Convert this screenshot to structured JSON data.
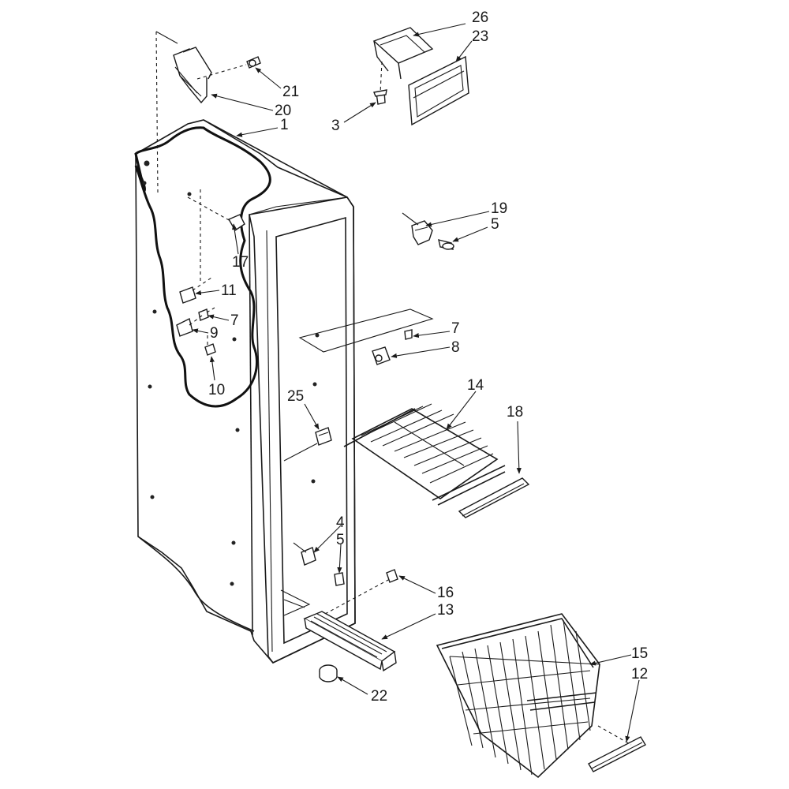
{
  "diagram": {
    "callouts": {
      "c26": "26",
      "c23": "23",
      "c21": "21",
      "c20": "20",
      "c3": "3",
      "c1": "1",
      "c19": "19",
      "c5a": "5",
      "c17": "17",
      "c11": "11",
      "c7a": "7",
      "c9": "9",
      "c7b": "7",
      "c8": "8",
      "c10": "10",
      "c14": "14",
      "c25": "25",
      "c18": "18",
      "c4": "4",
      "c5b": "5",
      "c16": "16",
      "c13": "13",
      "c15": "15",
      "c12": "12",
      "c22": "22"
    }
  }
}
